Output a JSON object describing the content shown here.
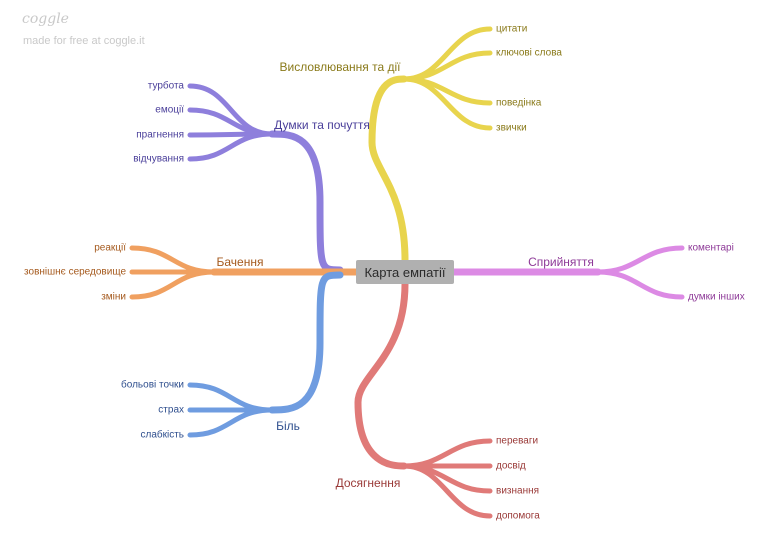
{
  "watermark": {
    "logo": "coggle",
    "tagline": "made for free at coggle.it"
  },
  "center": {
    "label": "Карта емпатії"
  },
  "branches": [
    {
      "id": "thoughts",
      "label": "Думки та почуття",
      "color": "#8e7fdc",
      "text_color": "#4a3f9a",
      "children": [
        "турбота",
        "емоції",
        "прагнення",
        "відчування"
      ]
    },
    {
      "id": "says",
      "label": "Висловлювання та дії",
      "color": "#e8d44d",
      "text_color": "#8a7a1a",
      "children": [
        "цитати",
        "ключові слова",
        "поведінка",
        "звички"
      ]
    },
    {
      "id": "sees",
      "label": "Бачення",
      "color": "#f0a060",
      "text_color": "#a55a1e",
      "children": [
        "реакції",
        "зовнішнє середовище",
        "зміни"
      ]
    },
    {
      "id": "hears",
      "label": "Сприйняття",
      "color": "#dc8ae4",
      "text_color": "#8e3a98",
      "children": [
        "коментарі",
        "думки інших"
      ]
    },
    {
      "id": "pain",
      "label": "Біль",
      "color": "#6f9ce0",
      "text_color": "#2f4f8e",
      "children": [
        "больові точки",
        "страх",
        "слабкість"
      ]
    },
    {
      "id": "gain",
      "label": "Досягнення",
      "color": "#e07a78",
      "text_color": "#9a3a38",
      "children": [
        "переваги",
        "досвід",
        "визнання",
        "допомога"
      ]
    }
  ]
}
